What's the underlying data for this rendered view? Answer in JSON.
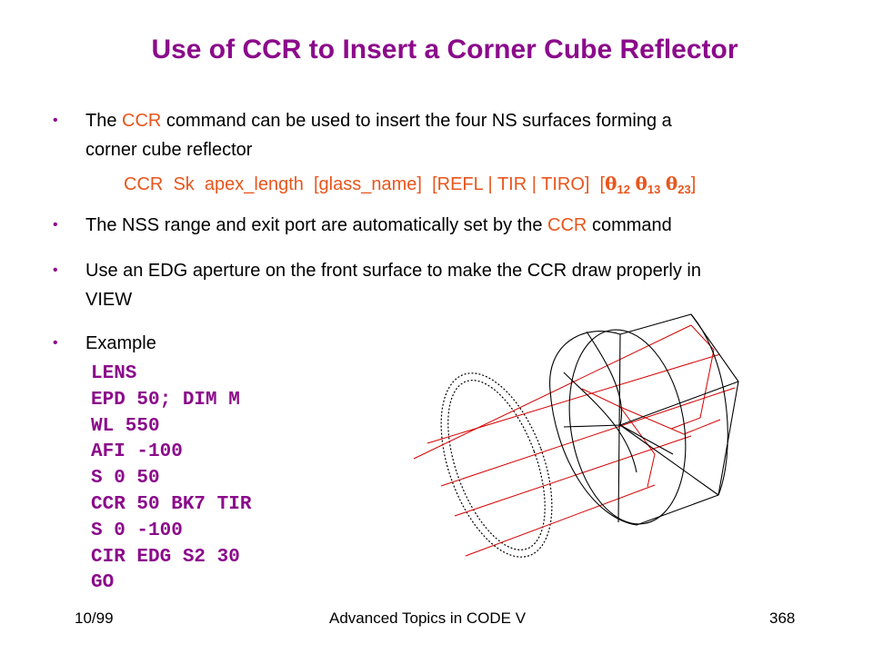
{
  "title": "Use of CCR to Insert a Corner Cube Reflector",
  "bullets": [
    {
      "pre": "The ",
      "hl": "CCR",
      "post": " command can be used to insert the four NS surfaces forming a",
      "line2": "corner cube reflector"
    },
    {
      "pre": "The NSS range and exit port are automatically set by the ",
      "hl": "CCR",
      "post": " command"
    },
    {
      "text": "Use an EDG aperture on the front surface to make the CCR draw properly in",
      "line2": "VIEW"
    },
    {
      "text": "Example"
    }
  ],
  "syntax": {
    "text": "CCR  Sk  apex_length  [glass_name]  [REFL | TIR | TIRO]  [",
    "t1": "12",
    "t2": "13",
    "t3": "23",
    "close": "]"
  },
  "code_lines": [
    "LENS",
    "EPD 50; DIM M",
    "WL 550",
    "AFI -100",
    "S 0 50",
    "CCR 50 BK7 TIR",
    "S 0 -100",
    "CIR EDG S2 30",
    "GO"
  ],
  "footer": {
    "date": "10/99",
    "course": "Advanced Topics in CODE V",
    "page": "368"
  },
  "colors": {
    "title": "#8B0A8B",
    "highlight": "#E8551C",
    "code": "#8B0A8B",
    "ray": "#D40000"
  },
  "icons": [
    "bullet-dot-icon",
    "theta-symbol"
  ]
}
